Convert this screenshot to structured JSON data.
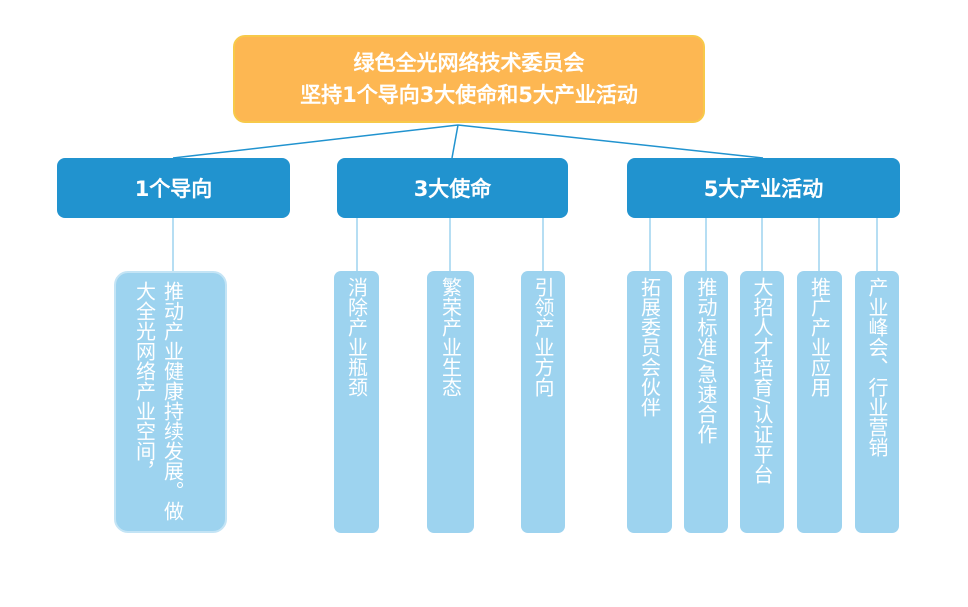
{
  "root": {
    "line1": "绿色全光网络技术委员会",
    "line2": "坚持1个导向3大使命和5大产业活动"
  },
  "groups": [
    {
      "label": "1个导向",
      "items": [
        "推动产业健康持续发展。做大全光网络产业空间，"
      ]
    },
    {
      "label": "3大使命",
      "items": [
        "消除产业瓶颈",
        "繁荣产业生态",
        "引领产业方向"
      ]
    },
    {
      "label": "5大产业活动",
      "items": [
        "拓展委员会伙伴",
        "推动标准/急速合作",
        "大招人才培育/认证平台",
        "推广产业应用",
        "产业峰会、行业营销"
      ]
    }
  ],
  "colors": {
    "root": "#FDB752",
    "level2": "#2193CF",
    "leaf": "#9DD3EF"
  }
}
